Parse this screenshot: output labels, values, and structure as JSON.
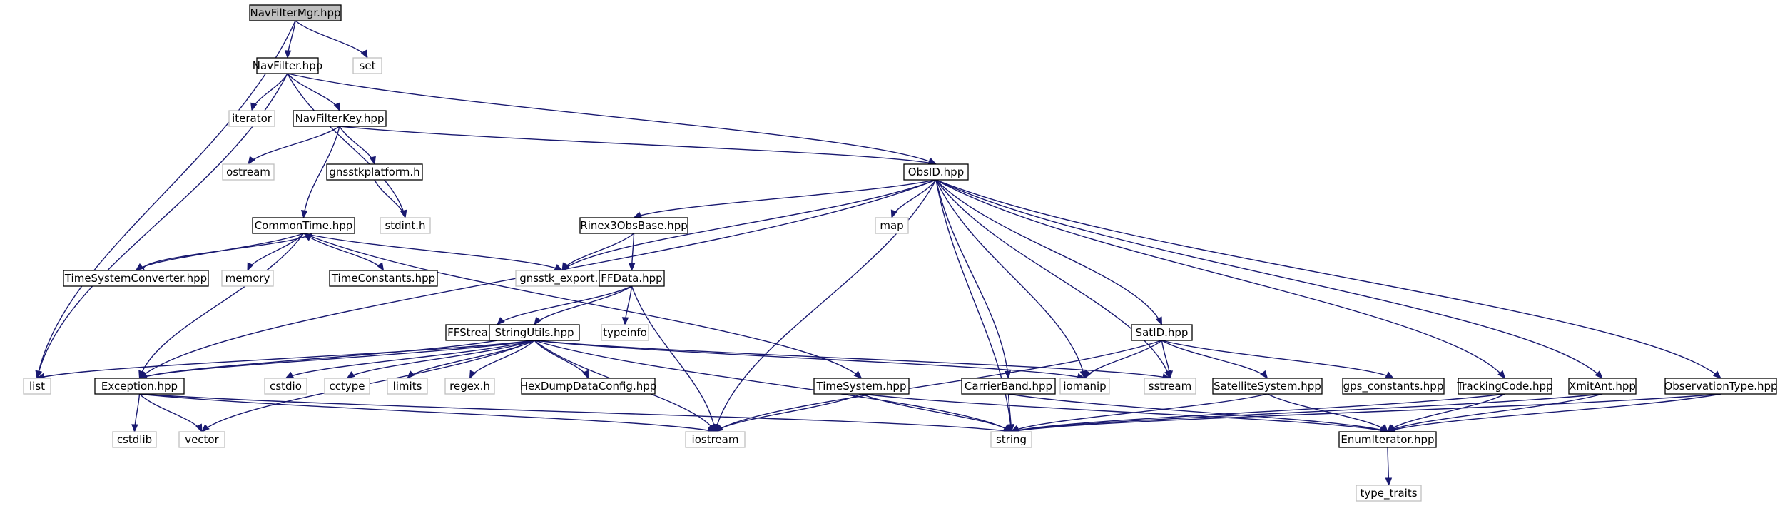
{
  "diagram": {
    "colors": {
      "edge": "#191970",
      "root_fill": "#bfbfbf",
      "project_border": "#000000",
      "system_border": "#bfbfbf",
      "background": "#ffffff"
    },
    "nodes": [
      {
        "id": "NavFilterMgr",
        "label": "NavFilterMgr.hpp",
        "kind": "root"
      },
      {
        "id": "NavFilter",
        "label": "NavFilter.hpp",
        "kind": "project"
      },
      {
        "id": "set",
        "label": "set",
        "kind": "system"
      },
      {
        "id": "iterator",
        "label": "iterator",
        "kind": "system"
      },
      {
        "id": "NavFilterKey",
        "label": "NavFilterKey.hpp",
        "kind": "project"
      },
      {
        "id": "ostream",
        "label": "ostream",
        "kind": "system"
      },
      {
        "id": "gnsstkplatform",
        "label": "gnsstkplatform.h",
        "kind": "project"
      },
      {
        "id": "ObsID",
        "label": "ObsID.hpp",
        "kind": "project"
      },
      {
        "id": "map",
        "label": "map",
        "kind": "system"
      },
      {
        "id": "stdint",
        "label": "stdint.h",
        "kind": "system"
      },
      {
        "id": "CommonTime",
        "label": "CommonTime.hpp",
        "kind": "project"
      },
      {
        "id": "Rinex3ObsBase",
        "label": "Rinex3ObsBase.hpp",
        "kind": "project"
      },
      {
        "id": "TimeSystemConverter",
        "label": "TimeSystemConverter.hpp",
        "kind": "project"
      },
      {
        "id": "memory",
        "label": "memory",
        "kind": "system"
      },
      {
        "id": "TimeConstants",
        "label": "TimeConstants.hpp",
        "kind": "project"
      },
      {
        "id": "gnsstk_export",
        "label": "gnsstk_export.h",
        "kind": "system"
      },
      {
        "id": "FFData",
        "label": "FFData.hpp",
        "kind": "project"
      },
      {
        "id": "FFStreamError",
        "label": "FFStreamError.hpp",
        "kind": "project"
      },
      {
        "id": "StringUtils",
        "label": "StringUtils.hpp",
        "kind": "project"
      },
      {
        "id": "typeinfo",
        "label": "typeinfo",
        "kind": "system"
      },
      {
        "id": "SatID",
        "label": "SatID.hpp",
        "kind": "project"
      },
      {
        "id": "list",
        "label": "list",
        "kind": "system"
      },
      {
        "id": "Exception",
        "label": "Exception.hpp",
        "kind": "project"
      },
      {
        "id": "cstdio",
        "label": "cstdio",
        "kind": "system"
      },
      {
        "id": "cctype",
        "label": "cctype",
        "kind": "system"
      },
      {
        "id": "limits",
        "label": "limits",
        "kind": "system"
      },
      {
        "id": "regex",
        "label": "regex.h",
        "kind": "system"
      },
      {
        "id": "HexDumpDataConfig",
        "label": "HexDumpDataConfig.hpp",
        "kind": "project"
      },
      {
        "id": "TimeSystem",
        "label": "TimeSystem.hpp",
        "kind": "project"
      },
      {
        "id": "CarrierBand",
        "label": "CarrierBand.hpp",
        "kind": "project"
      },
      {
        "id": "iomanip",
        "label": "iomanip",
        "kind": "system"
      },
      {
        "id": "sstream",
        "label": "sstream",
        "kind": "system"
      },
      {
        "id": "SatelliteSystem",
        "label": "SatelliteSystem.hpp",
        "kind": "project"
      },
      {
        "id": "gps_constants",
        "label": "gps_constants.hpp",
        "kind": "project"
      },
      {
        "id": "TrackingCode",
        "label": "TrackingCode.hpp",
        "kind": "project"
      },
      {
        "id": "XmitAnt",
        "label": "XmitAnt.hpp",
        "kind": "project"
      },
      {
        "id": "ObservationType",
        "label": "ObservationType.hpp",
        "kind": "project"
      },
      {
        "id": "cstdlib",
        "label": "cstdlib",
        "kind": "system"
      },
      {
        "id": "vector",
        "label": "vector",
        "kind": "system"
      },
      {
        "id": "iostream",
        "label": "iostream",
        "kind": "system"
      },
      {
        "id": "string",
        "label": "string",
        "kind": "system"
      },
      {
        "id": "EnumIterator",
        "label": "EnumIterator.hpp",
        "kind": "project"
      },
      {
        "id": "type_traits",
        "label": "type_traits",
        "kind": "system"
      }
    ],
    "edges": [
      [
        "NavFilterMgr",
        "NavFilter"
      ],
      [
        "NavFilterMgr",
        "set"
      ],
      [
        "NavFilterMgr",
        "list"
      ],
      [
        "NavFilter",
        "iterator"
      ],
      [
        "NavFilter",
        "NavFilterKey"
      ],
      [
        "NavFilter",
        "list"
      ],
      [
        "NavFilter",
        "stdint"
      ],
      [
        "NavFilter",
        "ObsID"
      ],
      [
        "NavFilterKey",
        "ostream"
      ],
      [
        "NavFilterKey",
        "gnsstkplatform"
      ],
      [
        "NavFilterKey",
        "CommonTime"
      ],
      [
        "NavFilterKey",
        "ObsID"
      ],
      [
        "gnsstkplatform",
        "stdint"
      ],
      [
        "CommonTime",
        "TimeSystemConverter"
      ],
      [
        "CommonTime",
        "memory"
      ],
      [
        "CommonTime",
        "TimeConstants"
      ],
      [
        "CommonTime",
        "gnsstk_export"
      ],
      [
        "CommonTime",
        "Exception"
      ],
      [
        "CommonTime",
        "TimeSystem"
      ],
      [
        "TimeSystemConverter",
        "CommonTime"
      ],
      [
        "ObsID",
        "Rinex3ObsBase"
      ],
      [
        "ObsID",
        "map"
      ],
      [
        "ObsID",
        "gnsstk_export"
      ],
      [
        "ObsID",
        "Exception"
      ],
      [
        "ObsID",
        "iostream"
      ],
      [
        "ObsID",
        "string"
      ],
      [
        "ObsID",
        "CarrierBand"
      ],
      [
        "ObsID",
        "iomanip"
      ],
      [
        "ObsID",
        "sstream"
      ],
      [
        "ObsID",
        "SatID"
      ],
      [
        "ObsID",
        "TrackingCode"
      ],
      [
        "ObsID",
        "XmitAnt"
      ],
      [
        "ObsID",
        "ObservationType"
      ],
      [
        "Rinex3ObsBase",
        "gnsstk_export"
      ],
      [
        "Rinex3ObsBase",
        "FFData"
      ],
      [
        "FFData",
        "FFStreamError"
      ],
      [
        "FFData",
        "StringUtils"
      ],
      [
        "FFData",
        "typeinfo"
      ],
      [
        "FFData",
        "iostream"
      ],
      [
        "FFStreamError",
        "Exception"
      ],
      [
        "StringUtils",
        "list"
      ],
      [
        "StringUtils",
        "Exception"
      ],
      [
        "StringUtils",
        "cstdio"
      ],
      [
        "StringUtils",
        "cctype"
      ],
      [
        "StringUtils",
        "limits"
      ],
      [
        "StringUtils",
        "regex"
      ],
      [
        "StringUtils",
        "HexDumpDataConfig"
      ],
      [
        "StringUtils",
        "vector"
      ],
      [
        "StringUtils",
        "iostream"
      ],
      [
        "StringUtils",
        "string"
      ],
      [
        "StringUtils",
        "iomanip"
      ],
      [
        "StringUtils",
        "sstream"
      ],
      [
        "SatID",
        "iostream"
      ],
      [
        "SatID",
        "iomanip"
      ],
      [
        "SatID",
        "sstream"
      ],
      [
        "SatID",
        "SatelliteSystem"
      ],
      [
        "SatID",
        "gps_constants"
      ],
      [
        "Exception",
        "cstdlib"
      ],
      [
        "Exception",
        "vector"
      ],
      [
        "Exception",
        "iostream"
      ],
      [
        "Exception",
        "string"
      ],
      [
        "TimeSystem",
        "iostream"
      ],
      [
        "TimeSystem",
        "string"
      ],
      [
        "TimeSystem",
        "EnumIterator"
      ],
      [
        "CarrierBand",
        "string"
      ],
      [
        "CarrierBand",
        "EnumIterator"
      ],
      [
        "SatelliteSystem",
        "string"
      ],
      [
        "SatelliteSystem",
        "EnumIterator"
      ],
      [
        "TrackingCode",
        "string"
      ],
      [
        "TrackingCode",
        "EnumIterator"
      ],
      [
        "XmitAnt",
        "string"
      ],
      [
        "XmitAnt",
        "EnumIterator"
      ],
      [
        "ObservationType",
        "string"
      ],
      [
        "ObservationType",
        "EnumIterator"
      ],
      [
        "EnumIterator",
        "type_traits"
      ]
    ]
  }
}
